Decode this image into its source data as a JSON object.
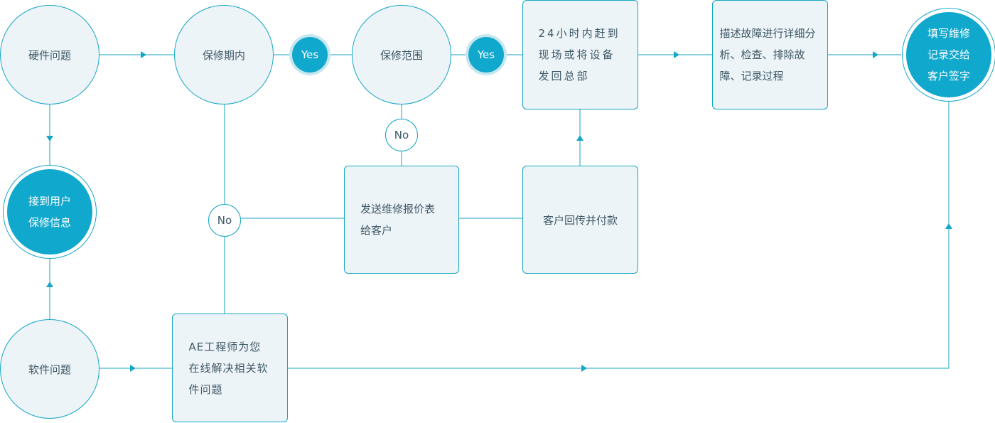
{
  "nodes": {
    "hardware_issue": "硬件问题",
    "under_warranty": "保修期内",
    "warranty_scope": "保修范围",
    "send_within_24h": "24小时内赶到现场或将设备发回总部",
    "describe_fault": "描述故障进行详细分析、检查、排除故障、记录过程",
    "fill_record": "填写维修记录交给客户签字",
    "receive_info": "接到用户保修信息",
    "software_issue": "软件问题",
    "send_quote": "发送维修报价表给客户",
    "customer_pays": "客户回传并付款",
    "ae_engineer": "AE工程师为您在线解决相关软件问题"
  },
  "decisions": {
    "yes_warranty": "Yes",
    "yes_scope": "Yes",
    "no_scope": "No",
    "no_warranty": "No"
  },
  "colors": {
    "accent": "#16a6c6",
    "filled": "#10a8cd",
    "node_bg": "#edf4f7",
    "text": "#3d5866"
  }
}
